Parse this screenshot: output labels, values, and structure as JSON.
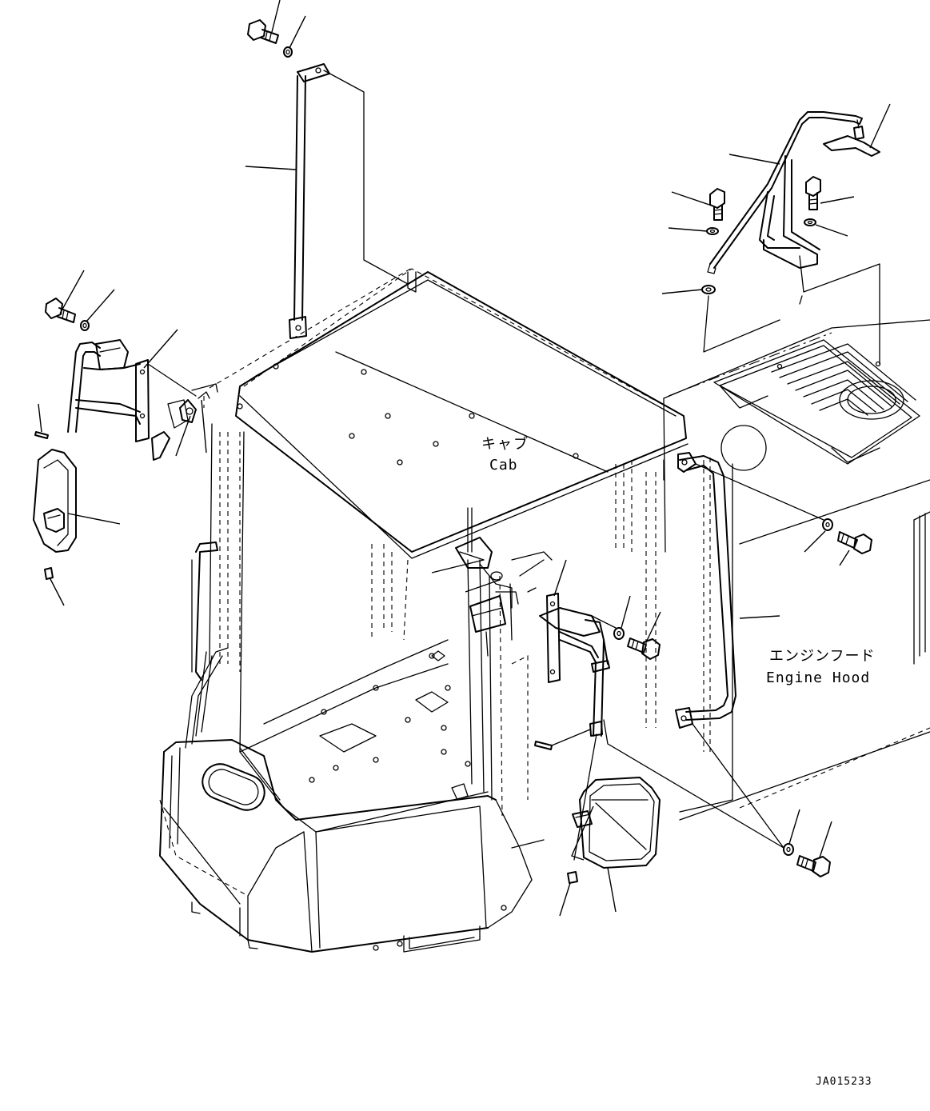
{
  "labels": {
    "cab_jp": "キャブ",
    "cab_en": "Cab",
    "hood_jp": "エンジンフード",
    "hood_en": "Engine Hood",
    "drawing_id": "JA015233"
  },
  "parts": [
    "bolt-top",
    "washer-top",
    "stay-bar",
    "bolt-left",
    "washer-left",
    "mirror-arm-left",
    "pin-left",
    "mirror-left",
    "nut-left",
    "bracket-left",
    "mirror-arm-right-top",
    "bracket-right-top",
    "bolt-rt-1",
    "washer-rt-1",
    "bolt-rt-2",
    "washer-rt-2",
    "washer-rt-3",
    "grab-handle",
    "washer-handle-top",
    "bolt-handle-top",
    "washer-handle-bottom",
    "bolt-handle-bottom",
    "mirror-arm-right",
    "washer-right",
    "bolt-right",
    "pin-right",
    "mirror-right",
    "nut-right",
    "clamp-center"
  ]
}
